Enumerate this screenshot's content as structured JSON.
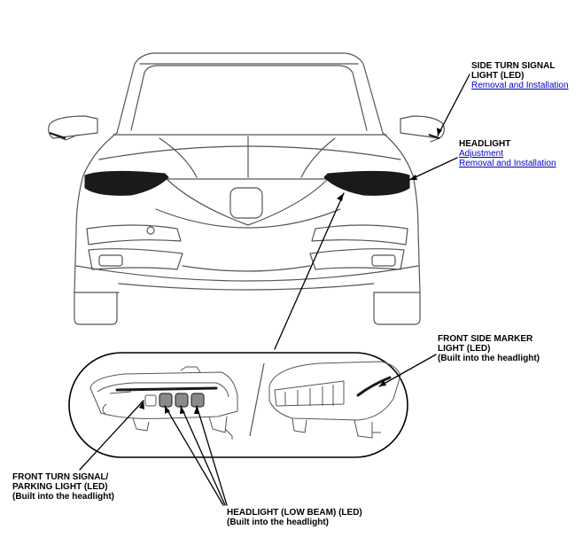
{
  "callouts": {
    "side_turn_signal": {
      "title_line1": "SIDE TURN SIGNAL",
      "title_line2": "LIGHT (LED)",
      "link_removal": "Removal and Installation"
    },
    "headlight": {
      "title": "HEADLIGHT",
      "link_adjustment": "Adjustment",
      "link_removal": "Removal and Installation"
    },
    "front_side_marker": {
      "line1": "FRONT SIDE MARKER",
      "line2": "LIGHT (LED)",
      "line3": "(Built into the headlight)"
    },
    "front_turn_parking": {
      "line1": "FRONT TURN SIGNAL/",
      "line2": "PARKING LIGHT (LED)",
      "line3": "(Built into the headlight)"
    },
    "low_beam": {
      "line1": "HEADLIGHT (LOW BEAM) (LED)",
      "line2": "(Built into the headlight)"
    }
  },
  "colors": {
    "line_art": "#555555",
    "leader": "#000000",
    "link": "#0000cc",
    "headlight_fill": "#1a1a1a",
    "led_fill": "#8a8a8a"
  }
}
